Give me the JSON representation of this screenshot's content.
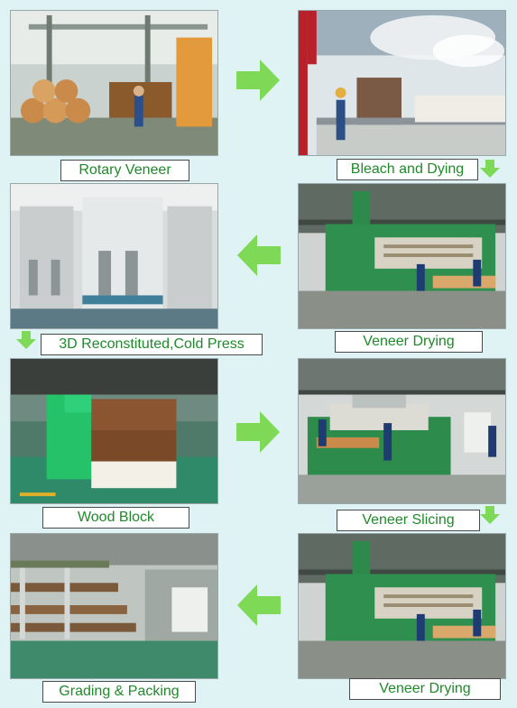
{
  "steps": [
    {
      "id": 1,
      "label": "Rotary Veneer"
    },
    {
      "id": 2,
      "label": "Bleach and Dying"
    },
    {
      "id": 3,
      "label": "Veneer Drying"
    },
    {
      "id": 4,
      "label": "3D Reconstituted,Cold Press"
    },
    {
      "id": 5,
      "label": "Wood Block"
    },
    {
      "id": 6,
      "label": "Veneer Slicing"
    },
    {
      "id": 7,
      "label": "Veneer Drying"
    },
    {
      "id": 8,
      "label": "Grading & Packing"
    }
  ],
  "colors": {
    "background": "#dff3f5",
    "label_text": "#1f8a2a",
    "arrow": "#7ed957"
  },
  "arrows": [
    {
      "from": 1,
      "to": 2,
      "direction": "right"
    },
    {
      "from": 2,
      "to": 3,
      "direction": "down"
    },
    {
      "from": 3,
      "to": 4,
      "direction": "left"
    },
    {
      "from": 4,
      "to": 5,
      "direction": "down"
    },
    {
      "from": 5,
      "to": 6,
      "direction": "right"
    },
    {
      "from": 6,
      "to": 7,
      "direction": "down"
    },
    {
      "from": 7,
      "to": 8,
      "direction": "left"
    }
  ]
}
